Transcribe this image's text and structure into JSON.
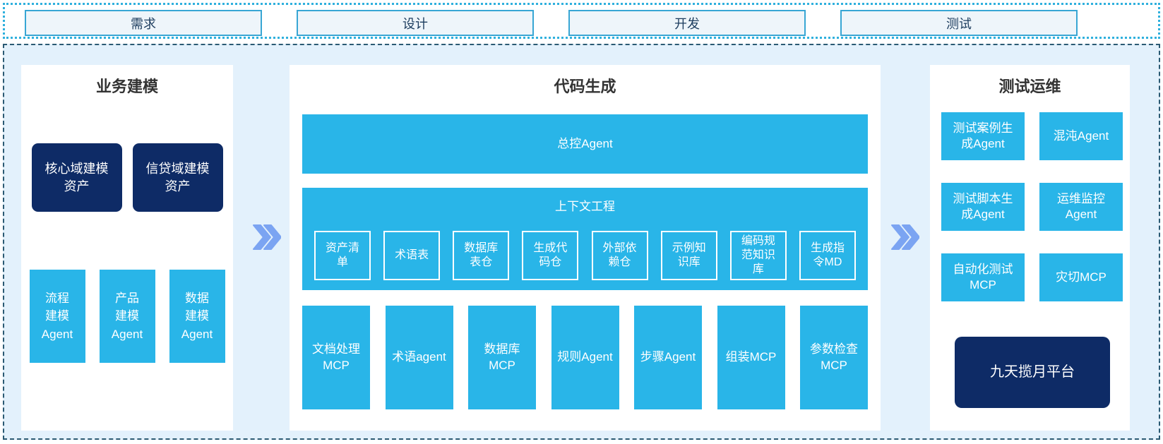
{
  "phases": [
    {
      "label": "需求"
    },
    {
      "label": "设计"
    },
    {
      "label": "开发"
    },
    {
      "label": "测试"
    }
  ],
  "business": {
    "title": "业务建模",
    "asset_boxes": [
      {
        "label": "核心域建模\n资产"
      },
      {
        "label": "信贷域建模\n资产"
      }
    ],
    "agent_boxes": [
      {
        "label": "流程\n建模\nAgent"
      },
      {
        "label": "产品\n建模\nAgent"
      },
      {
        "label": "数据\n建模\nAgent"
      }
    ]
  },
  "codegen": {
    "title": "代码生成",
    "master_agent": "总控Agent",
    "context": {
      "title": "上下文工程",
      "boxes": [
        {
          "label": "资产清\n单"
        },
        {
          "label": "术语表"
        },
        {
          "label": "数据库\n表仓"
        },
        {
          "label": "生成代\n码仓"
        },
        {
          "label": "外部依\n赖仓"
        },
        {
          "label": "示例知\n识库"
        },
        {
          "label": "编码规\n范知识\n库"
        },
        {
          "label": "生成指\n令MD"
        }
      ]
    },
    "tool_boxes": [
      {
        "label": "文档处理\nMCP"
      },
      {
        "label": "术语agent"
      },
      {
        "label": "数据库\nMCP"
      },
      {
        "label": "规则Agent"
      },
      {
        "label": "步骤Agent"
      },
      {
        "label": "组装MCP"
      },
      {
        "label": "参数检查\nMCP"
      }
    ]
  },
  "testops": {
    "title": "测试运维",
    "boxes": [
      {
        "label": "测试案例生\n成Agent"
      },
      {
        "label": "混沌Agent"
      },
      {
        "label": "测试脚本生\n成Agent"
      },
      {
        "label": "运维监控\nAgent"
      },
      {
        "label": "自动化测试\nMCP"
      },
      {
        "label": "灾切MCP"
      }
    ],
    "platform": "九天揽月平台"
  },
  "icons": {
    "flow_arrow": "double-chevron-right"
  },
  "colors": {
    "cyan": "#29b5e8",
    "navy": "#0e2b66",
    "panel_bg": "#ffffff",
    "container_bg": "#e3f1fc",
    "phase_fill": "#eef5fa",
    "phase_border": "#38a6d4",
    "strip_border": "#2fb0dd",
    "container_border": "#2b5a73",
    "chevron": "#7ba4f2",
    "title_text": "#333333"
  }
}
